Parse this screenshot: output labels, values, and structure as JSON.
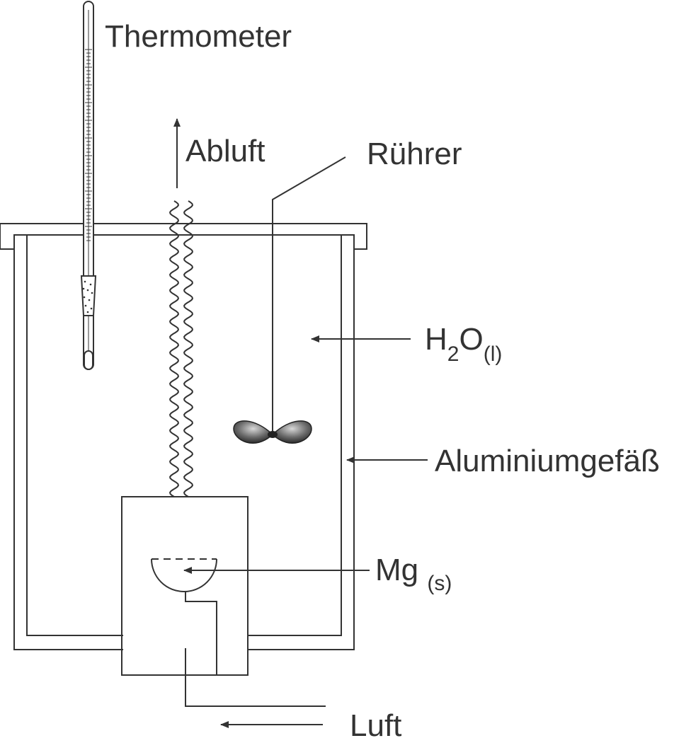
{
  "labels": {
    "thermometer": "Thermometer",
    "exhaust": "Abluft",
    "stirrer": "Rührer",
    "water_main": "H",
    "water_sub": "2",
    "water_main2": "O",
    "water_state": "(l)",
    "container": "Aluminiumgefäß",
    "magnesium": "Mg",
    "magnesium_state": "(s)",
    "air": "Luft"
  },
  "colors": {
    "stroke": "#333333",
    "text": "#333333"
  }
}
